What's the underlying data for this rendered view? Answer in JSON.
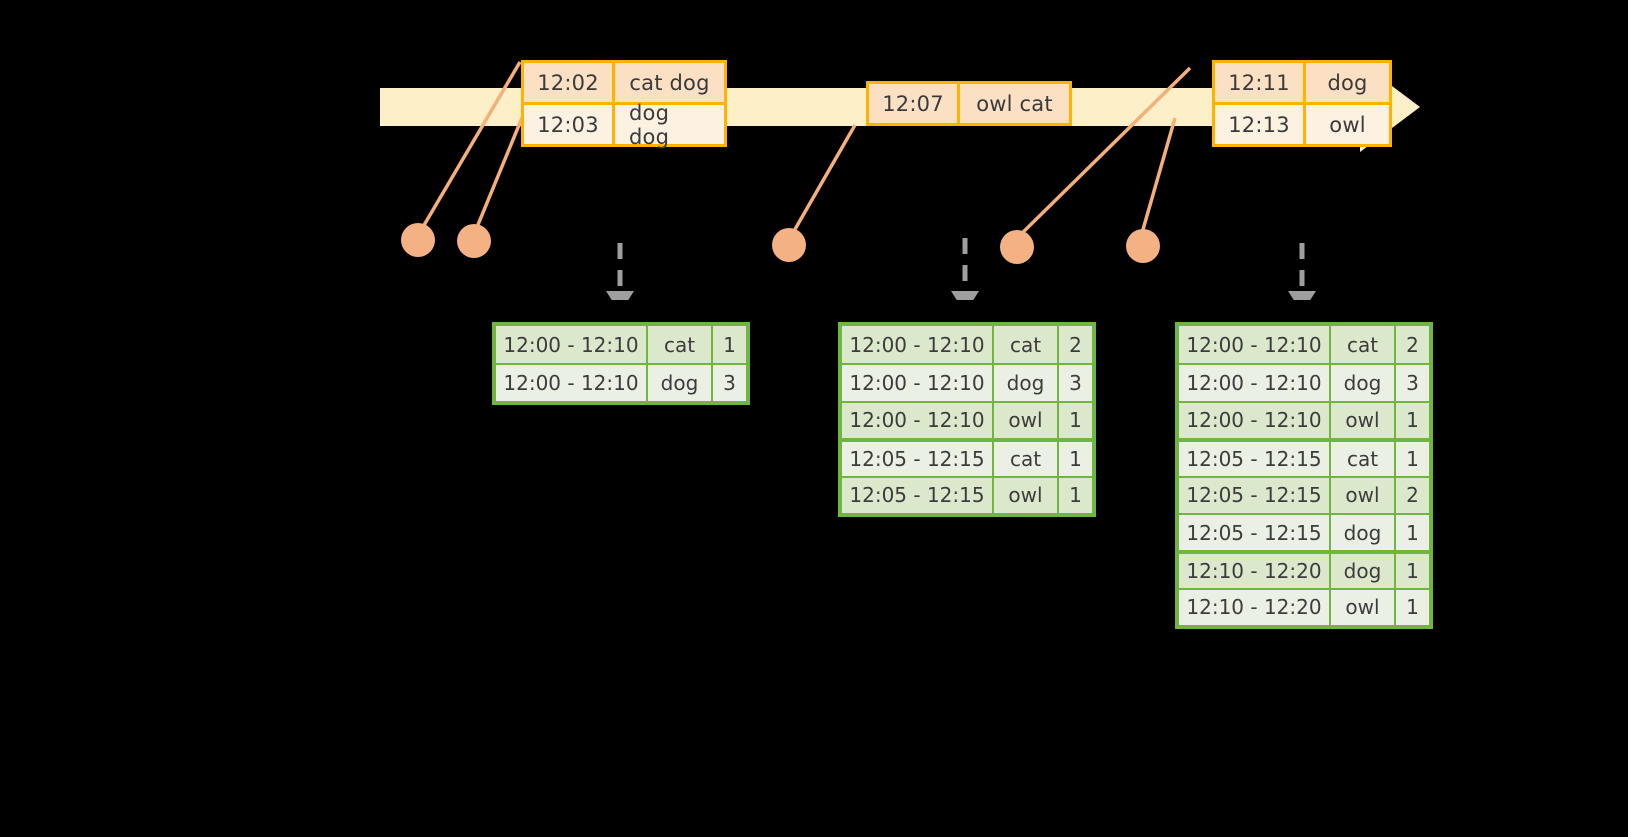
{
  "diagram": {
    "title": "sliding-window word count over an event timeline",
    "colors": {
      "background": "#000000",
      "timeline_bar": "#FDEFC8",
      "event_box_border": "#FFB300",
      "event_box_fill_dark": "#FCE0C4",
      "event_box_fill_light": "#FDF1E2",
      "connector_line": "#F5AF7B",
      "dot": "#F4B183",
      "table_border": "#6FB63E",
      "table_row_dark": "#DCE8CC",
      "table_row_light": "#EBF0E4",
      "dashed_arrow": "#9E9E9E"
    }
  },
  "timeline": {
    "name": "event-stream-timeline",
    "arrow_direction": "right",
    "event_groups": [
      {
        "name": "event-group-1",
        "events": [
          {
            "time": "12:02",
            "words": "cat dog"
          },
          {
            "time": "12:03",
            "words": "dog dog"
          }
        ]
      },
      {
        "name": "event-group-2",
        "events": [
          {
            "time": "12:07",
            "words": "owl cat"
          }
        ]
      },
      {
        "name": "event-group-3",
        "events": [
          {
            "time": "12:11",
            "words": "dog"
          },
          {
            "time": "12:13",
            "words": "owl"
          }
        ]
      }
    ]
  },
  "result_tables": [
    {
      "name": "result-table-1",
      "rows": [
        {
          "window": "12:00 - 12:10",
          "word": "cat",
          "count": "1"
        },
        {
          "window": "12:00 - 12:10",
          "word": "dog",
          "count": "3"
        }
      ]
    },
    {
      "name": "result-table-2",
      "rows": [
        {
          "window": "12:00 - 12:10",
          "word": "cat",
          "count": "2"
        },
        {
          "window": "12:00 - 12:10",
          "word": "dog",
          "count": "3"
        },
        {
          "window": "12:00 - 12:10",
          "word": "owl",
          "count": "1"
        },
        {
          "window": "12:05 - 12:15",
          "word": "cat",
          "count": "1"
        },
        {
          "window": "12:05 - 12:15",
          "word": "owl",
          "count": "1"
        }
      ]
    },
    {
      "name": "result-table-3",
      "rows": [
        {
          "window": "12:00 - 12:10",
          "word": "cat",
          "count": "2"
        },
        {
          "window": "12:00 - 12:10",
          "word": "dog",
          "count": "3"
        },
        {
          "window": "12:00 - 12:10",
          "word": "owl",
          "count": "1"
        },
        {
          "window": "12:05 - 12:15",
          "word": "cat",
          "count": "1"
        },
        {
          "window": "12:05 - 12:15",
          "word": "owl",
          "count": "2"
        },
        {
          "window": "12:05 - 12:15",
          "word": "dog",
          "count": "1"
        },
        {
          "window": "12:10 - 12:20",
          "word": "dog",
          "count": "1"
        },
        {
          "window": "12:10 - 12:20",
          "word": "owl",
          "count": "1"
        }
      ]
    }
  ]
}
